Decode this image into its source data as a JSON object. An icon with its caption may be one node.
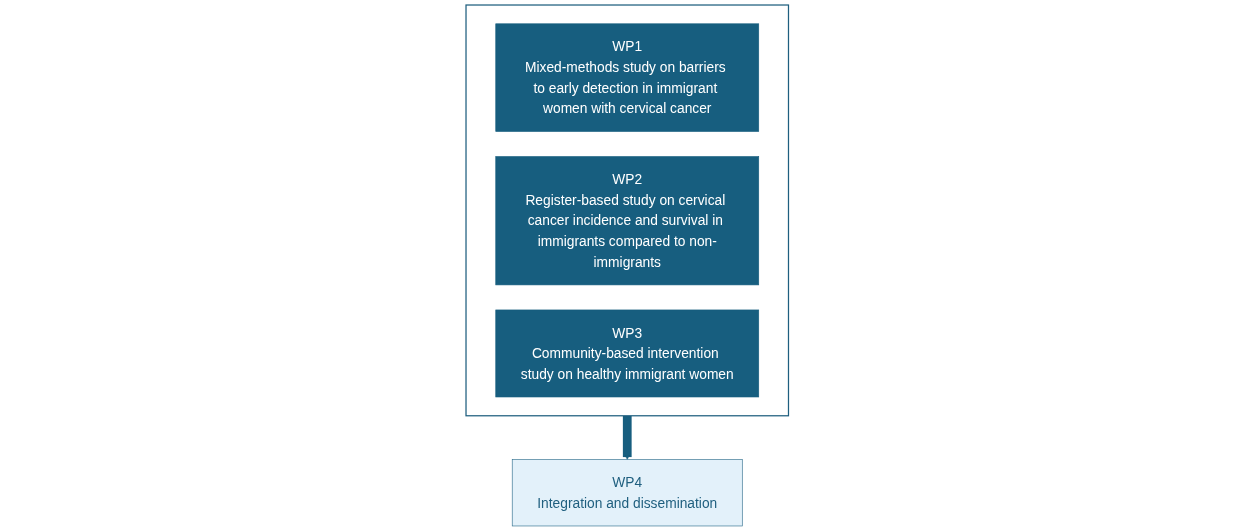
{
  "diagram": {
    "nodes": [
      {
        "text": [],
        "shape": "box"
      },
      {
        "text": [
          "WP1",
          "Mixed-methods study on barriers to early detection in immigrant women with cervical cancer"
        ],
        "in": 0
      },
      {
        "text": [
          "WP2",
          "Register-based study on cervical cancer incidence and survival in immigrants compared to non-immigrants"
        ],
        "in": 0
      },
      {
        "text": [
          "WP3",
          "Community-based intervention study on healthy immigrant women"
        ],
        "in": 0
      },
      {
        "text": [
          "WP4",
          "Integration and dissemination"
        ]
      }
    ],
    "edges": [
      {
        "from": 0,
        "to": 4,
        "arrow": "to"
      }
    ]
  }
}
